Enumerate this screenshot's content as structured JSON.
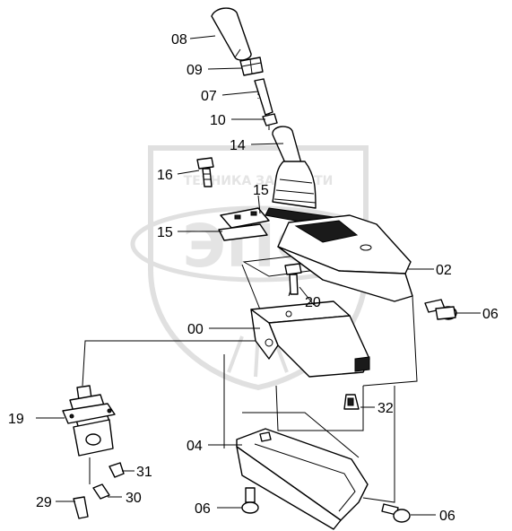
{
  "watermark": {
    "logo_text": "ЭПФ",
    "brand_text": "ТЕХНИКА ЗАПЧАСТИ"
  },
  "callouts": [
    {
      "id": "08",
      "label": "08"
    },
    {
      "id": "09",
      "label": "09"
    },
    {
      "id": "07",
      "label": "07"
    },
    {
      "id": "10",
      "label": "10"
    },
    {
      "id": "14",
      "label": "14"
    },
    {
      "id": "16",
      "label": "16"
    },
    {
      "id": "15a",
      "label": "15"
    },
    {
      "id": "15b",
      "label": "15"
    },
    {
      "id": "02",
      "label": "02"
    },
    {
      "id": "20",
      "label": "20"
    },
    {
      "id": "06a",
      "label": "06"
    },
    {
      "id": "00",
      "label": "00"
    },
    {
      "id": "19",
      "label": "19"
    },
    {
      "id": "32",
      "label": "32"
    },
    {
      "id": "04",
      "label": "04"
    },
    {
      "id": "31",
      "label": "31"
    },
    {
      "id": "29",
      "label": "29"
    },
    {
      "id": "30",
      "label": "30"
    },
    {
      "id": "06b",
      "label": "06"
    },
    {
      "id": "06c",
      "label": "06"
    }
  ]
}
